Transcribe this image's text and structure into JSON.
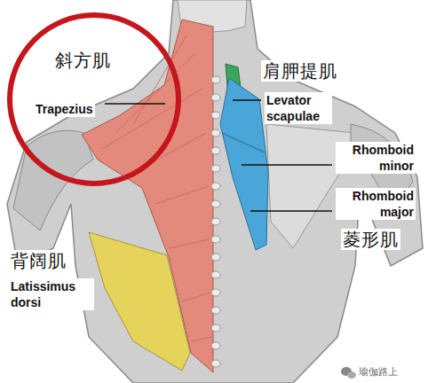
{
  "diagram": {
    "nodes": [
      {
        "text": [
          "斜方肌",
          "Trapezius"
        ]
      }
    ],
    "labels": [
      "肩胛提肌",
      "Levator scapulae",
      "Rhomboid minor",
      "Rhomboid major",
      "菱形肌",
      "背阔肌",
      "Latissimus dorsi",
      "瑜伽路上"
    ]
  }
}
